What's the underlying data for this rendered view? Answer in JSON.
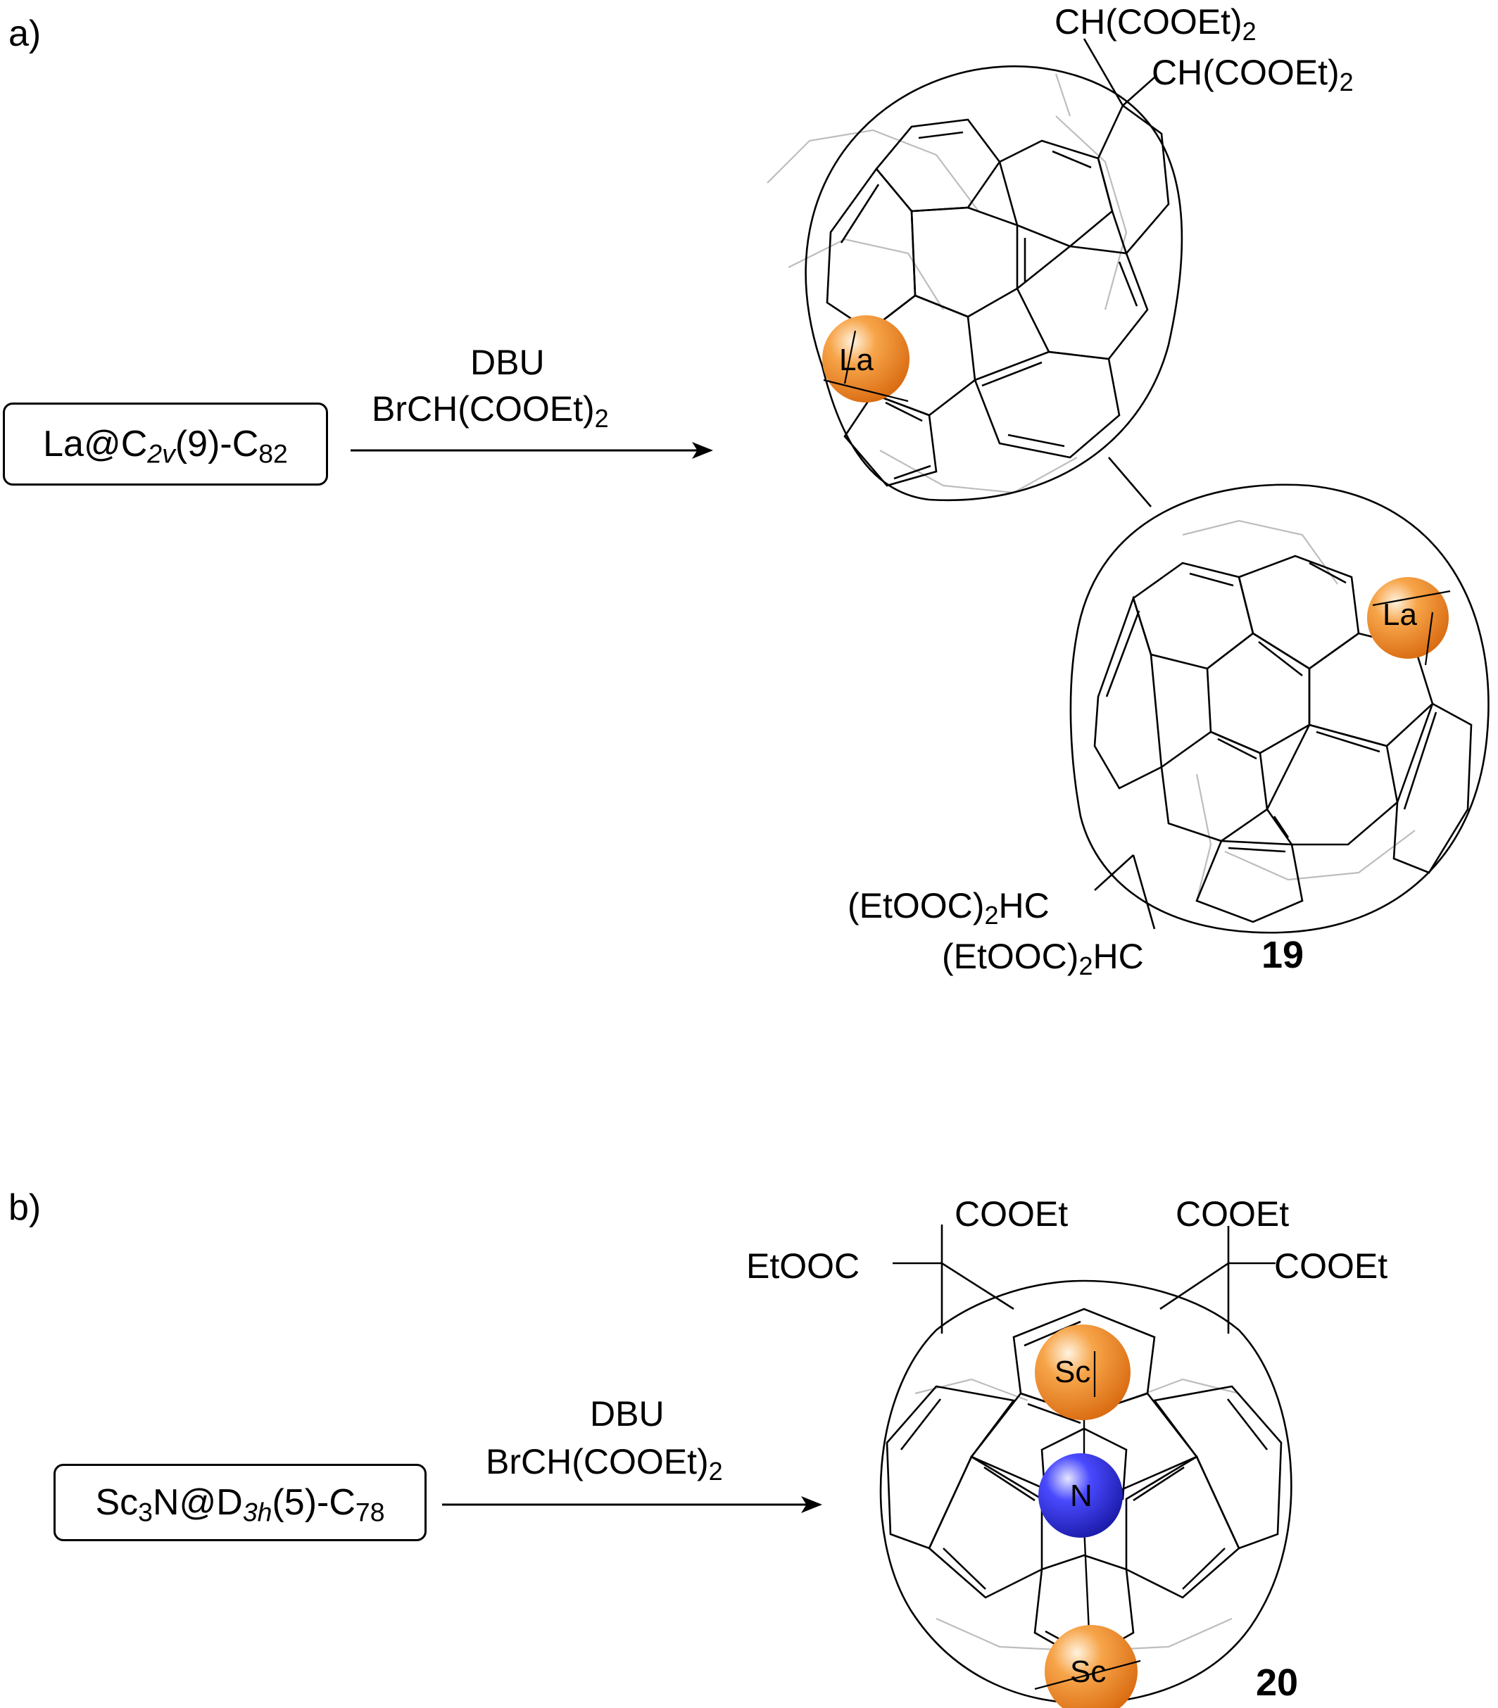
{
  "panel_a": {
    "label": "a)",
    "reactant": {
      "prefix": "La@C",
      "sub1": "2v",
      "mid": "(9)-C",
      "sub2": "82"
    },
    "reagent_1": "DBU",
    "reagent_2": {
      "main": "BrCH(COOEt)",
      "sub": "2"
    },
    "sub_top_1": {
      "main": "CH(COOEt)",
      "sub": "2"
    },
    "sub_top_2": {
      "main": "CH(COOEt)",
      "sub": "2"
    },
    "sub_bot_1": {
      "pre": "(EtOOC)",
      "sub": "2",
      "post": "HC"
    },
    "sub_bot_2": {
      "pre": "(EtOOC)",
      "sub": "2",
      "post": "HC"
    },
    "atom_1": "La",
    "atom_2": "La",
    "compound_number": "19"
  },
  "panel_b": {
    "label": "b)",
    "reactant": {
      "prefix": "Sc",
      "sub1": "3",
      "mid": "N@D",
      "sub2": "3h",
      "mid2": "(5)-C",
      "sub3": "78"
    },
    "reagent_1": "DBU",
    "reagent_2": {
      "main": "BrCH(COOEt)",
      "sub": "2"
    },
    "ester_top_left": "COOEt",
    "ester_left": "EtOOC",
    "ester_top_right": "COOEt",
    "ester_right": "COOEt",
    "atom_sc_top": "Sc",
    "atom_n": "N",
    "atom_sc_bottom": "Sc",
    "compound_number": "20"
  },
  "colors": {
    "lanthanum": "#f08a2a",
    "scandium": "#f08a2a",
    "nitrogen": "#2a2ad8",
    "rear_bonds": "#bdbdbd"
  }
}
